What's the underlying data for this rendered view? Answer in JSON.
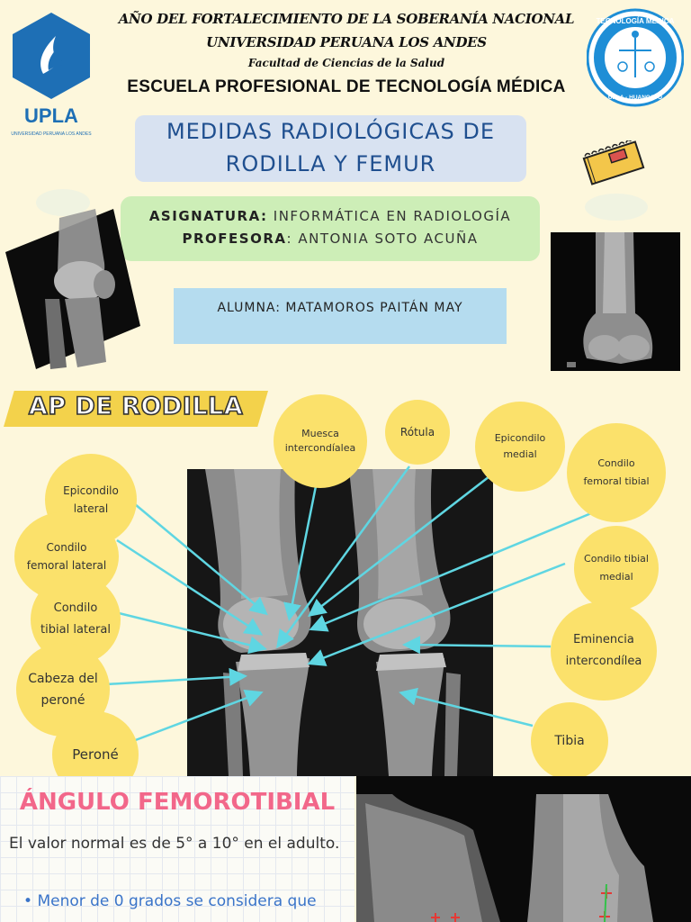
{
  "header": {
    "line1": "AÑO DEL FORTALECIMIENTO DE LA SOBERANÍA NACIONAL",
    "line2": "UNIVERSIDAD PERUANA LOS ANDES",
    "faculty": "Facultad de Ciencias de la Salud",
    "school": "ESCUELA PROFESIONAL DE TECNOLOGÍA MÉDICA"
  },
  "logo_left": {
    "text": "UPLA",
    "subtext": "UNIVERSIDAD PERUANA LOS ANDES",
    "color": "#1e6fb5"
  },
  "logo_right": {
    "text_top": "TECNOLOGÍA MÉDICA",
    "text_bottom": "UPLA - HUANCAYO",
    "color": "#1e8ed6"
  },
  "title": {
    "line1": "MEDIDAS RADIOLÓGICAS DE",
    "line2": "RODILLA Y FEMUR"
  },
  "course": {
    "subject_label": "ASIGNATURA:",
    "subject_value": "INFORMÁTICA EN RADIOLOGÍA",
    "teacher_label": "PROFESORA",
    "teacher_value": ": ANTONIA SOTO ACUÑA"
  },
  "student": "ALUMNA: MATAMOROS PAITÁN MAY",
  "section_ap": "AP DE RODILLA",
  "labels": {
    "muesca": [
      "Muesca",
      "intercondíalea"
    ],
    "rotula": [
      "Rótula"
    ],
    "epicondilo_medial": [
      "Epicondilo",
      "medial"
    ],
    "condilo_femoral_tibial": [
      "Condilo",
      "femoral tibial"
    ],
    "epicondilo_lateral": [
      "Epicondilo",
      "lateral"
    ],
    "condilo_femoral_lateral": [
      "Condilo",
      "femoral lateral"
    ],
    "condilo_tibial_lateral": [
      "Condilo",
      "tibial lateral"
    ],
    "cabeza_perone": [
      "Cabeza del",
      "peroné"
    ],
    "perone": [
      "Peroné"
    ],
    "condilo_tibial_medial": [
      "Condilo tibial",
      "medial"
    ],
    "eminencia": [
      "Eminencia",
      "intercondílea"
    ],
    "tibia": [
      "Tibia"
    ]
  },
  "angle_section": {
    "title": "ÁNGULO FEMOROTIBIAL",
    "body": "El valor normal es de 5° a 10° en el adulto.",
    "bullet": "Menor de 0 grados se considera que"
  },
  "colors": {
    "circle": "#fbe16b",
    "arrow": "#5fd6e2",
    "title_blue": "#1f4f8f",
    "pink": "#f2678a"
  }
}
